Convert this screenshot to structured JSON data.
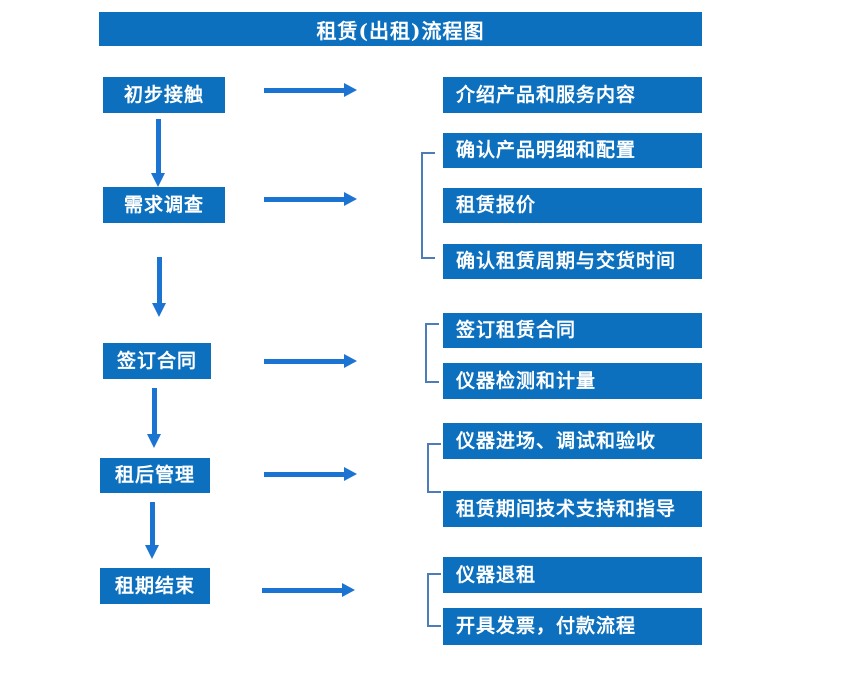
{
  "title": "租赁(出租)流程图",
  "flow": {
    "steps": [
      {
        "label": "初步接触",
        "outputs": [
          "介绍产品和服务内容"
        ]
      },
      {
        "label": "需求调查",
        "outputs": [
          "确认产品明细和配置",
          "租赁报价",
          "确认租赁周期与交货时间"
        ]
      },
      {
        "label": "签订合同",
        "outputs": [
          "签订租赁合同",
          "仪器检测和计量"
        ]
      },
      {
        "label": "租后管理",
        "outputs": [
          "仪器进场、调试和验收",
          "租赁期间技术支持和指导"
        ]
      },
      {
        "label": "租期结束",
        "outputs": [
          "仪器退租",
          "开具发票，付款流程"
        ]
      }
    ]
  },
  "colors": {
    "box_fill": "#0d70be",
    "box_text": "#ffffff",
    "arrow": "#1b74d2",
    "bracket": "#4c7db8",
    "background": "#ffffff"
  }
}
